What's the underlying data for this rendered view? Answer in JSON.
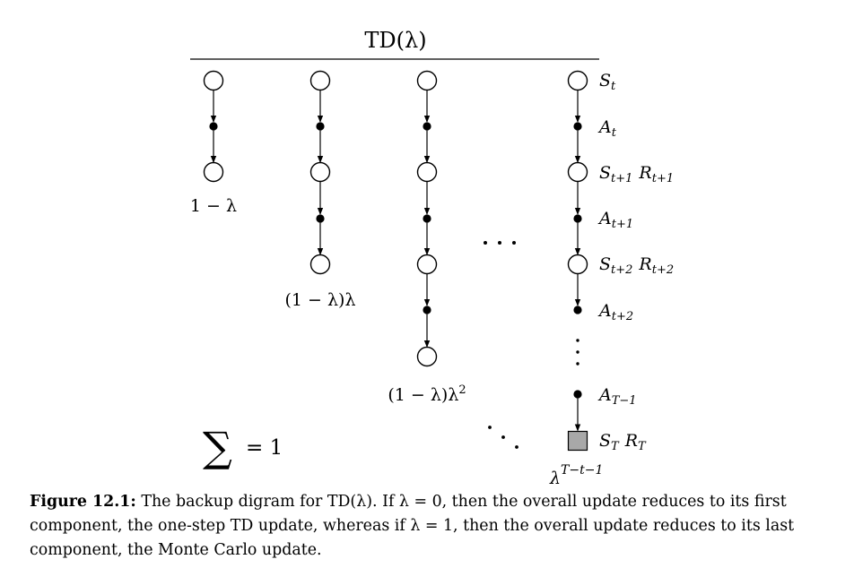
{
  "diagram": {
    "title": "TD(λ)",
    "weights": {
      "w1": "1 − λ",
      "w2": "(1 − λ)λ",
      "w3": "(1 − λ)λ",
      "w3_exp": "2",
      "w_last_base": "λ",
      "w_last_exp": "T−t−1"
    },
    "sum": {
      "symbol": "∑",
      "rhs": "= 1"
    },
    "ellipsis": "· · ·",
    "labels": {
      "S": "S",
      "A": "A",
      "R": "R",
      "t": "t",
      "t1": "t+1",
      "t2": "t+2",
      "T": "T",
      "T1": "T−1"
    }
  },
  "caption": {
    "label": "Figure 12.1:",
    "text": "The backup digram for TD(λ). If λ = 0, then the overall update reduces to its first component, the one-step TD update, whereas if λ = 1, then the overall update reduces to its last component, the Monte Carlo update."
  }
}
